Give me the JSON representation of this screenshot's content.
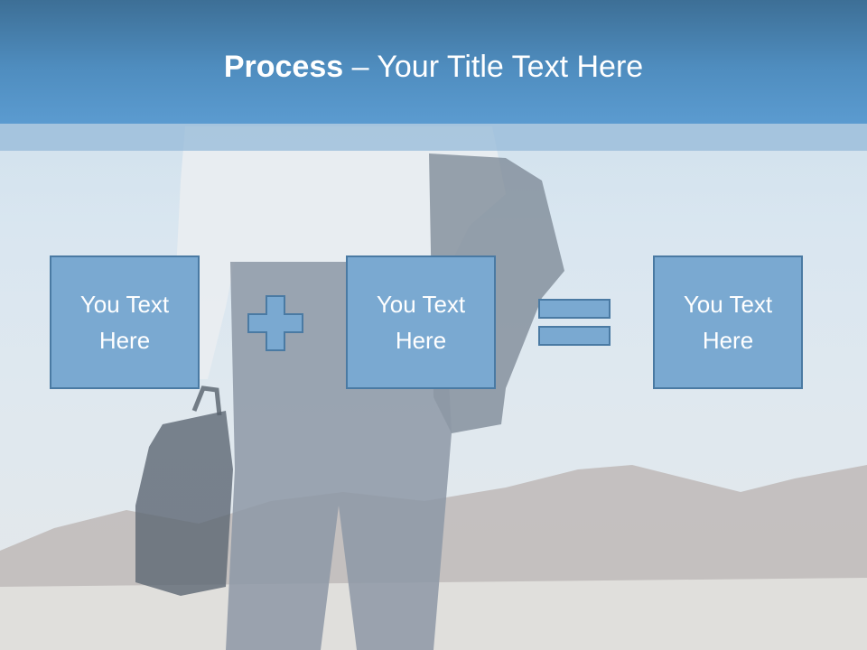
{
  "slide": {
    "title_bold": "Process",
    "title_separator": " – ",
    "title_rest": "Your Title Text Here",
    "boxes": [
      {
        "text": "You Text Here"
      },
      {
        "text": "You Text Here"
      },
      {
        "text": "You Text Here"
      }
    ],
    "operators": {
      "plus": "plus-icon",
      "equals": "equals-icon"
    },
    "colors": {
      "header": "#4f8dbf",
      "box_fill": "#7aa9d1",
      "box_border": "#4a7aa3",
      "title_text": "#ffffff"
    }
  }
}
